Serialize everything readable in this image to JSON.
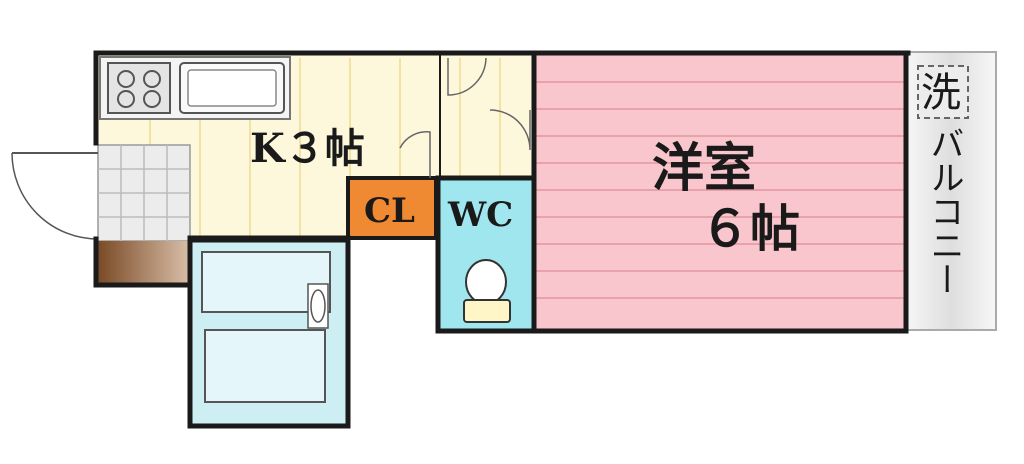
{
  "labels": {
    "kitchen": "K３帖",
    "closet": "CL",
    "toilet": "WC",
    "western_room_line1": "洋室",
    "western_room_line2": "６帖",
    "washer": "洗",
    "balcony": "バルコニー"
  },
  "colors": {
    "wall": "#1a1a1a",
    "kitchen_floor": "#fdf8dc",
    "kitchen_stripe": "#f3e3a3",
    "western_floor": "#f8c6cc",
    "western_line": "#e8a2ab",
    "wc_floor": "#9fe6ee",
    "closet_fill": "#f08a32",
    "bath_fill": "#cdeef2",
    "tile_fill": "#ececec",
    "genkan_fill": "#8b5a33",
    "balcony_fill": "#ececec"
  },
  "icons": [
    "stove-icon",
    "sink-icon",
    "toilet-icon",
    "bathtub-icon",
    "washbasin-icon",
    "door-swing-icon"
  ]
}
